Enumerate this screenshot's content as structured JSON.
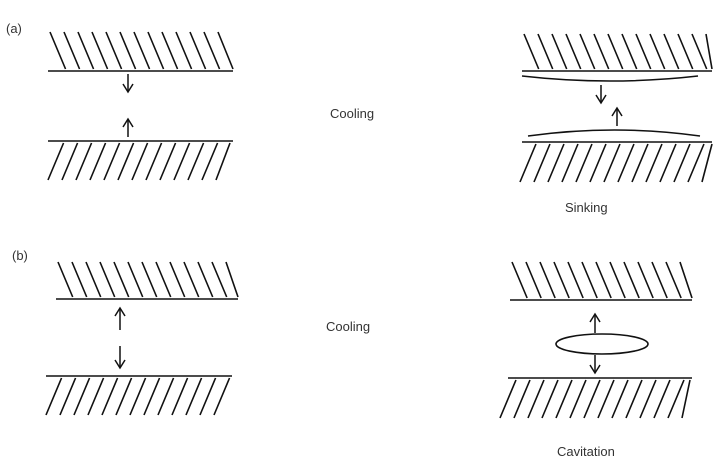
{
  "panels": [
    {
      "label": "(a)",
      "process": "Cooling",
      "result": "Sinking"
    },
    {
      "label": "(b)",
      "process": "Cooling",
      "result": "Cavitation"
    }
  ],
  "colors": {
    "ink": "#111111",
    "text": "#333333"
  }
}
